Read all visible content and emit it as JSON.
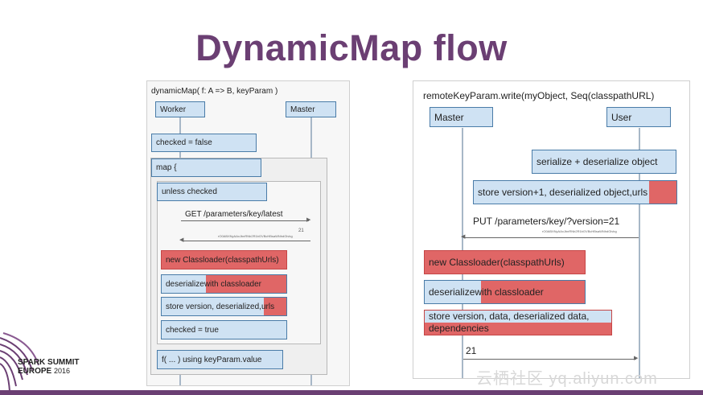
{
  "title": "DynamicMap flow",
  "left_diagram": {
    "header": "dynamicMap( f: A => B, keyParam )",
    "participants": [
      "Worker",
      "Master"
    ],
    "checked_false": "checked = false",
    "map_label": "map {",
    "unless_label": "unless checked",
    "get_request": "GET /parameters/key/latest",
    "response_value": "21",
    "response_token": "rO0ABXNyAAxJbnRNb2R1bGVBcHBsaWNhdGlvbg",
    "new_classloader": "new Classloader(classpathUrls)",
    "deserialize_a": "deserialize ",
    "deserialize_b": "with classloader",
    "store_a": "store version, deserialized, ",
    "store_b": "urls",
    "checked_true": "checked = true",
    "apply_f": "f( ... ) using keyParam.value"
  },
  "right_diagram": {
    "header": "remoteKeyParam.write(myObject, Seq(classpathURL)",
    "participants": [
      "Master",
      "User"
    ],
    "serialize": "serialize + deserialize object",
    "store_a": "store version+1, deserialized object, ",
    "store_b": "urls",
    "put_request": "PUT /parameters/key/?version=21",
    "put_token": "rO0ABXNyAAxJbnRNb2R1bGVBcHBsaWNhdGlvbg",
    "new_classloader": "new Classloader(classpathUrls)",
    "deserialize_a": "deserialize ",
    "deserialize_b": "with classloader",
    "store_data_line1": "store version, data, deserialized data,",
    "store_data_line2": "dependencies",
    "response_value": "21"
  },
  "logo": {
    "line1": "SPARK SUMMIT",
    "line2": "EUROPE",
    "year": "2016"
  },
  "watermark": "云栖社区 yq.aliyun.com",
  "colors": {
    "title": "#6b3f73",
    "box_fill": "#cfe2f3",
    "box_border": "#4a7ca8",
    "highlight": "#e06666",
    "bottom_bar": "#6b3f73"
  }
}
